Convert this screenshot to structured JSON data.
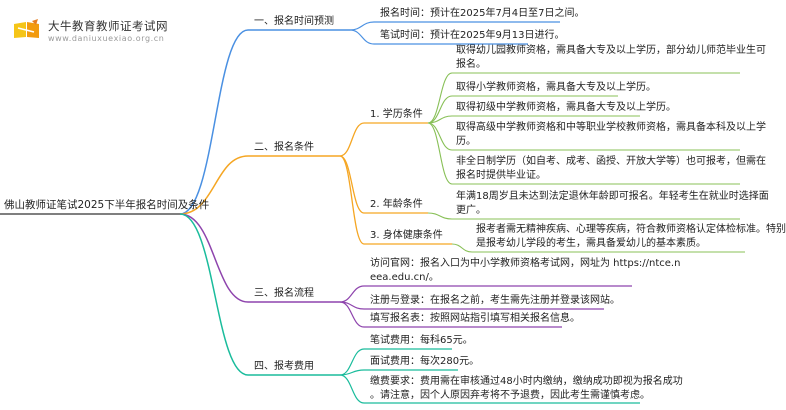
{
  "logo": {
    "title": "大牛教育教师证考试网",
    "url": "www.daniuxuexiao.org.cn"
  },
  "colors": {
    "root": "#555555",
    "branch1": "#4a90e2",
    "branch2": "#f5a623",
    "branch3": "#8e44ad",
    "branch4": "#1abc9c",
    "sub": "#88c057"
  },
  "root": "佛山教师证笔试2025下半年报名时间及条件",
  "branches": [
    {
      "label": "一、报名时间预测",
      "leaves": [
        "报名时间：预计在2025年7月4日至7日之间。",
        "笔试时间：预计在2025年9月13日进行。"
      ]
    },
    {
      "label": "二、报名条件",
      "subs": [
        {
          "label": "1. 学历条件",
          "leaves": [
            [
              "取得幼儿园教师资格，需具备大专及以上学历，部分幼儿师范毕业生可",
              "报名。"
            ],
            [
              "取得小学教师资格，需具备大专及以上学历。"
            ],
            [
              "取得初级中学教师资格，需具备大专及以上学历。"
            ],
            [
              "取得高级中学教师资格和中等职业学校教师资格，需具备本科及以上学",
              "历。"
            ],
            [
              "非全日制学历（如自考、成考、函授、开放大学等）也可报考，但需在",
              "报名时提供毕业证。"
            ]
          ]
        },
        {
          "label": "2. 年龄条件",
          "leaves": [
            [
              "年满18周岁且未达到法定退休年龄即可报名。年轻考生在就业时选择面",
              "更广。"
            ]
          ]
        },
        {
          "label": "3. 身体健康条件",
          "leaves": [
            [
              "报考者需无精神疾病、心理等疾病，符合教师资格认定体检标准。特别",
              "是报考幼儿学段的考生，需具备爱幼儿的基本素质。"
            ]
          ]
        }
      ]
    },
    {
      "label": "三、报名流程",
      "leaves": [
        [
          "访问官网：报名入口为中小学教师资格考试网，网址为 https://ntce.n",
          "eea.edu.cn/。"
        ],
        [
          "注册与登录：在报名之前，考生需先注册并登录该网站。"
        ],
        [
          "填写报名表：按照网站指引填写相关报名信息。"
        ]
      ]
    },
    {
      "label": "四、报考费用",
      "leaves": [
        [
          "笔试费用：每科65元。"
        ],
        [
          "面试费用：每次280元。"
        ],
        [
          "缴费要求：费用需在审核通过48小时内缴纳，缴纳成功即视为报名成功",
          "。请注意，因个人原因弃考将不予退费，因此考生需谨慎考虑。"
        ]
      ]
    }
  ]
}
